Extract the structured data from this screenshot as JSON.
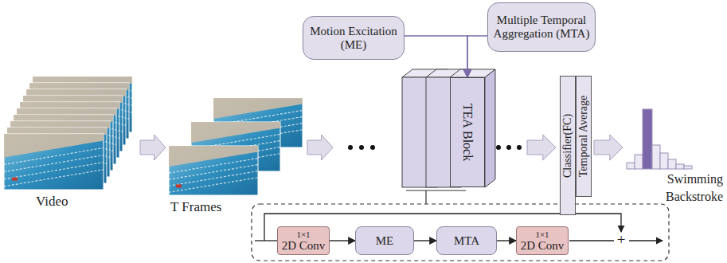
{
  "diagram": {
    "nodes": [
      {
        "text": [
          "Motion Excitation (ME)"
        ]
      },
      {
        "text": [
          "Multiple Temporal Aggregation (MTA)"
        ]
      },
      {
        "text": [
          "TEA Block"
        ]
      },
      {
        "text": [
          "Classifier(FC)"
        ]
      },
      {
        "text": [
          "Temporal Average"
        ]
      },
      {
        "text": [
          "1×1",
          "2D Conv"
        ]
      },
      {
        "text": [
          "ME"
        ]
      },
      {
        "text": [
          "MTA"
        ]
      },
      {
        "text": [
          "1×1",
          "2D Conv"
        ]
      }
    ],
    "edges": [
      {
        "from": 0,
        "to": 2,
        "arrow": "to"
      },
      {
        "from": 1,
        "to": 2,
        "arrow": "to"
      },
      {
        "from": 5,
        "to": 6,
        "arrow": "to"
      },
      {
        "from": 6,
        "to": 7,
        "arrow": "to"
      },
      {
        "from": 7,
        "to": 8,
        "arrow": "to"
      }
    ],
    "labels": [
      "Video",
      "T Frames",
      "Swimming Backstroke",
      "+"
    ]
  }
}
